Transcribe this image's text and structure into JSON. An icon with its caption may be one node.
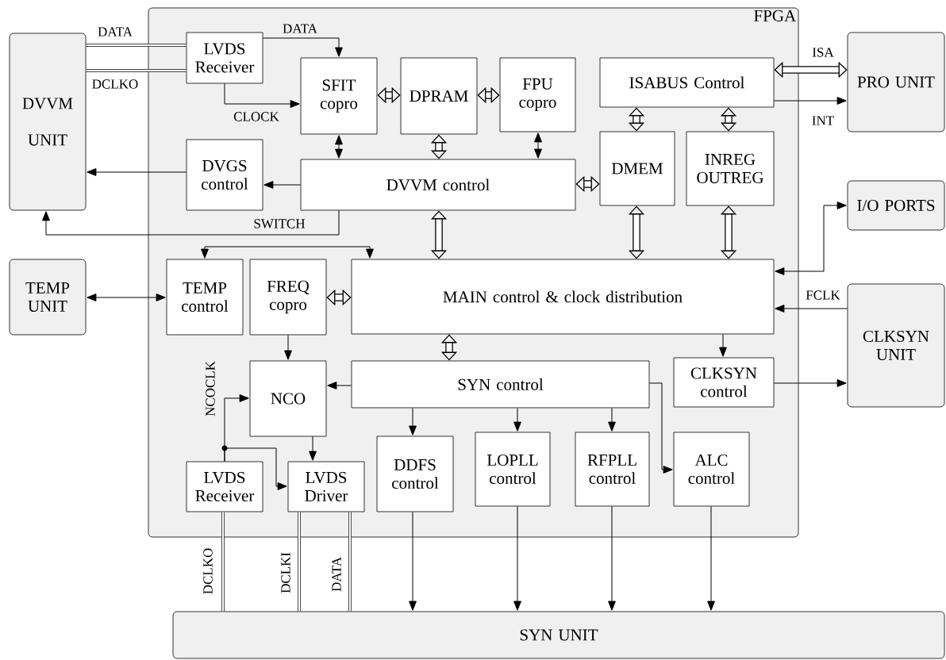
{
  "diagram": {
    "nodes": [
      {
        "text": [
          "FPGA"
        ]
      },
      {
        "text": [
          "DVVM UNIT"
        ]
      },
      {
        "text": [
          "LVDS Receiver"
        ],
        "in": 0
      },
      {
        "text": [
          "SFIT copro"
        ],
        "in": 0
      },
      {
        "text": [
          "DPRAM"
        ],
        "in": 0
      },
      {
        "text": [
          "FPU copro"
        ],
        "in": 0
      },
      {
        "text": [
          "ISABUS Control"
        ],
        "in": 0
      },
      {
        "text": [
          "DVGS control"
        ],
        "in": 0
      },
      {
        "text": [
          "DVVM control"
        ],
        "in": 0
      },
      {
        "text": [
          "DMEM"
        ],
        "in": 0
      },
      {
        "text": [
          "INREG OUTREG"
        ],
        "in": 0
      },
      {
        "text": [
          "PRO UNIT"
        ]
      },
      {
        "text": [
          "I/O PORTS"
        ]
      },
      {
        "text": [
          "TEMP UNIT"
        ]
      },
      {
        "text": [
          "TEMP control"
        ],
        "in": 0
      },
      {
        "text": [
          "FREQ copro"
        ],
        "in": 0
      },
      {
        "text": [
          "MAIN control & clock distribution"
        ],
        "in": 0
      },
      {
        "text": [
          "CLKSYN UNIT"
        ]
      },
      {
        "text": [
          "NCO"
        ],
        "in": 0
      },
      {
        "text": [
          "SYN control"
        ],
        "in": 0
      },
      {
        "text": [
          "CLKSYN control"
        ],
        "in": 0
      },
      {
        "text": [
          "LVDS Receiver"
        ],
        "in": 0
      },
      {
        "text": [
          "LVDS Driver"
        ],
        "in": 0
      },
      {
        "text": [
          "DDFS control"
        ],
        "in": 0
      },
      {
        "text": [
          "LOPLL control"
        ],
        "in": 0
      },
      {
        "text": [
          "RFPLL control"
        ],
        "in": 0
      },
      {
        "text": [
          "ALC control"
        ],
        "in": 0
      },
      {
        "text": [
          "SYN UNIT"
        ]
      }
    ],
    "edges": [
      {
        "from": 1,
        "to": 2,
        "arrow": "none",
        "style": "thick",
        "label": "DATA"
      },
      {
        "from": 1,
        "to": 2,
        "arrow": "none",
        "style": "thick",
        "label": "DCLKO"
      },
      {
        "from": 2,
        "to": 3,
        "arrow": "to",
        "label": "DATA"
      },
      {
        "from": 2,
        "to": 3,
        "arrow": "to",
        "label": "CLOCK"
      },
      {
        "from": 3,
        "to": 4,
        "arrow": "both",
        "style": "thick"
      },
      {
        "from": 4,
        "to": 5,
        "arrow": "both",
        "style": "thick"
      },
      {
        "from": 6,
        "to": 11,
        "arrow": "both",
        "style": "thick",
        "label": "ISA"
      },
      {
        "from": 6,
        "to": 11,
        "arrow": "to",
        "label": "INT"
      },
      {
        "from": 3,
        "to": 8,
        "arrow": "both"
      },
      {
        "from": 4,
        "to": 8,
        "arrow": "both",
        "style": "thick"
      },
      {
        "from": 5,
        "to": 8,
        "arrow": "both"
      },
      {
        "from": 6,
        "to": 9,
        "arrow": "both",
        "style": "thick"
      },
      {
        "from": 6,
        "to": 10,
        "arrow": "both",
        "style": "thick"
      },
      {
        "from": 8,
        "to": 9,
        "arrow": "both",
        "style": "thick"
      },
      {
        "from": 8,
        "to": 7,
        "arrow": "to"
      },
      {
        "from": 7,
        "to": 1,
        "arrow": "to"
      },
      {
        "from": 8,
        "to": 1,
        "arrow": "to",
        "label": "SWITCH"
      },
      {
        "from": 8,
        "to": 16,
        "arrow": "both",
        "style": "thick"
      },
      {
        "from": 9,
        "to": 16,
        "arrow": "both",
        "style": "thick"
      },
      {
        "from": 10,
        "to": 16,
        "arrow": "both",
        "style": "thick"
      },
      {
        "from": 16,
        "to": 12,
        "arrow": "both"
      },
      {
        "from": 17,
        "to": 16,
        "arrow": "to",
        "label": "FCLK"
      },
      {
        "from": 13,
        "to": 14,
        "arrow": "both"
      },
      {
        "from": 14,
        "to": 16,
        "arrow": "both"
      },
      {
        "from": 15,
        "to": 16,
        "arrow": "both",
        "style": "thick"
      },
      {
        "from": 15,
        "to": 18,
        "arrow": "to"
      },
      {
        "from": 16,
        "to": 19,
        "arrow": "both",
        "style": "thick"
      },
      {
        "from": 16,
        "to": 20,
        "arrow": "to"
      },
      {
        "from": 19,
        "to": 18,
        "arrow": "to"
      },
      {
        "from": 19,
        "to": 23,
        "arrow": "to"
      },
      {
        "from": 19,
        "to": 24,
        "arrow": "to"
      },
      {
        "from": 19,
        "to": 25,
        "arrow": "to"
      },
      {
        "from": 19,
        "to": 26,
        "arrow": "to"
      },
      {
        "from": 21,
        "to": 18,
        "arrow": "to",
        "label": "NCOCLK"
      },
      {
        "from": 21,
        "to": 22,
        "arrow": "to"
      },
      {
        "from": 18,
        "to": 22,
        "arrow": "to"
      },
      {
        "from": 20,
        "to": 17,
        "arrow": "to"
      },
      {
        "from": 21,
        "to": 27,
        "arrow": "none",
        "style": "thick",
        "label": "DCLKO"
      },
      {
        "from": 22,
        "to": 27,
        "arrow": "none",
        "style": "thick",
        "label": "DCLKI"
      },
      {
        "from": 22,
        "to": 27,
        "arrow": "none",
        "style": "thick",
        "label": "DATA"
      },
      {
        "from": 23,
        "to": 27,
        "arrow": "to"
      },
      {
        "from": 24,
        "to": 27,
        "arrow": "to"
      },
      {
        "from": 25,
        "to": 27,
        "arrow": "to"
      },
      {
        "from": 26,
        "to": 27,
        "arrow": "to"
      }
    ]
  }
}
